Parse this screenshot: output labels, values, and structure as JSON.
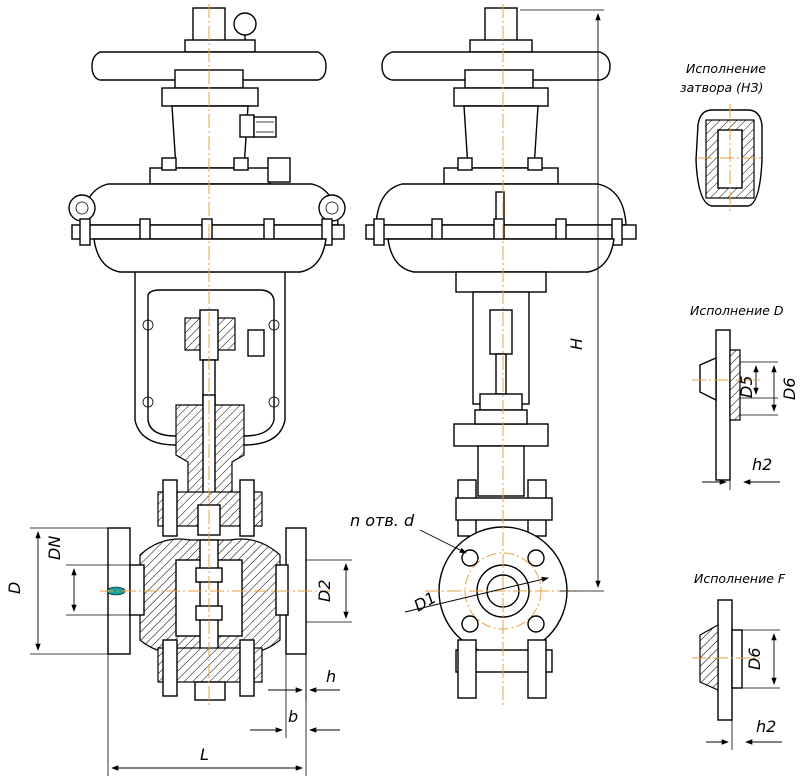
{
  "variants": {
    "nz": {
      "line1": "Исполнение",
      "line2": "затвора (НЗ)"
    },
    "d": {
      "caption": "Исполнение D"
    },
    "f": {
      "caption": "Исполнение F"
    }
  },
  "dimensions": {
    "D": "D",
    "DN": "DN",
    "D1": "D1",
    "D2": "D2",
    "D5": "D5",
    "D6_d": "D6",
    "D6_f": "D6",
    "H": "H",
    "L": "L",
    "h": "h",
    "b": "b",
    "h2_d": "h2",
    "h2_f": "h2",
    "holes": "n отв. d"
  },
  "colors": {
    "line": "#000000",
    "axis": "#e8a040",
    "accent": "#1aa0a0"
  }
}
